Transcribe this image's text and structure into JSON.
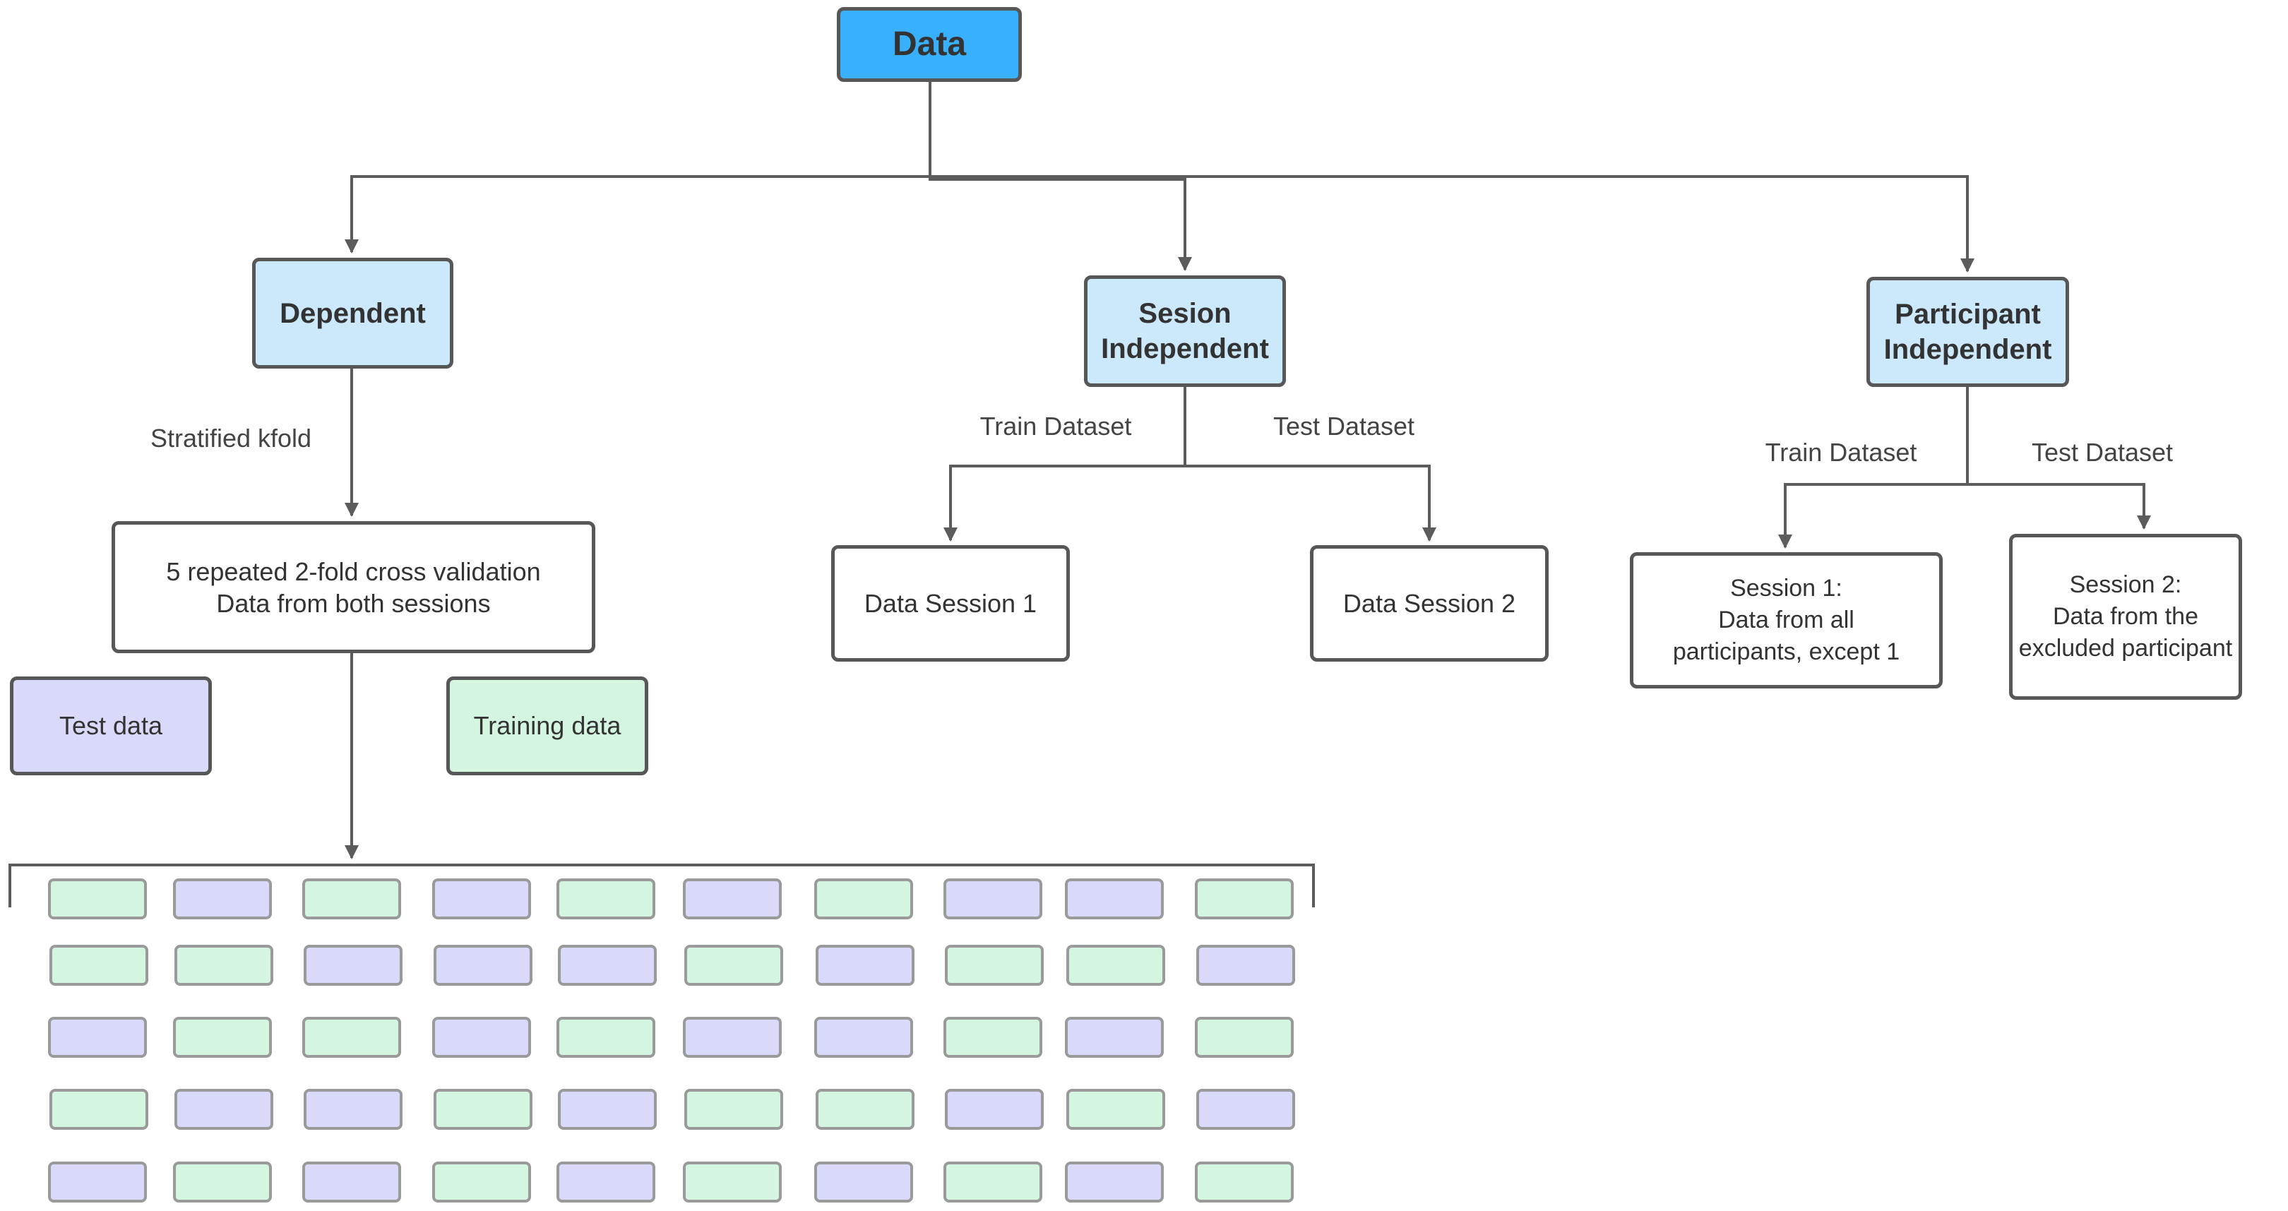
{
  "nodes": {
    "data": "Data",
    "dependent": "Dependent",
    "session_independent": "Sesion\nIndependent",
    "participant_independent": "Participant\nIndependent",
    "cross_validation": "5 repeated 2-fold cross validation\nData from both sessions",
    "data_session_1": "Data Session 1",
    "data_session_2": "Data Session 2",
    "participant_session_1": "Session 1:\nData from all\nparticipants, except 1",
    "participant_session_2": "Session 2:\nData from the\nexcluded participant"
  },
  "edge_labels": {
    "stratified_kfold": "Stratified kfold",
    "session_train": "Train Dataset",
    "session_test": "Test Dataset",
    "participant_train": "Train Dataset",
    "participant_test": "Test Dataset"
  },
  "legend": {
    "test": {
      "label": "Test data",
      "color": "#d9daf9"
    },
    "train": {
      "label": "Training data",
      "color": "#d4f5df"
    }
  },
  "fold_grid": [
    [
      "train",
      "test",
      "train",
      "test",
      "train",
      "test",
      "train",
      "test",
      "test",
      "train"
    ],
    [
      "train",
      "train",
      "test",
      "test",
      "test",
      "train",
      "test",
      "train",
      "train",
      "test"
    ],
    [
      "test",
      "train",
      "train",
      "test",
      "train",
      "test",
      "test",
      "train",
      "test",
      "train"
    ],
    [
      "train",
      "test",
      "test",
      "train",
      "test",
      "train",
      "train",
      "test",
      "train",
      "test"
    ],
    [
      "test",
      "train",
      "test",
      "train",
      "test",
      "train",
      "test",
      "train",
      "test",
      "train"
    ]
  ],
  "colors": {
    "root": "#38b0fb",
    "category": "#cce8fb",
    "border": "#575757",
    "connector": "#5c5c5c"
  }
}
